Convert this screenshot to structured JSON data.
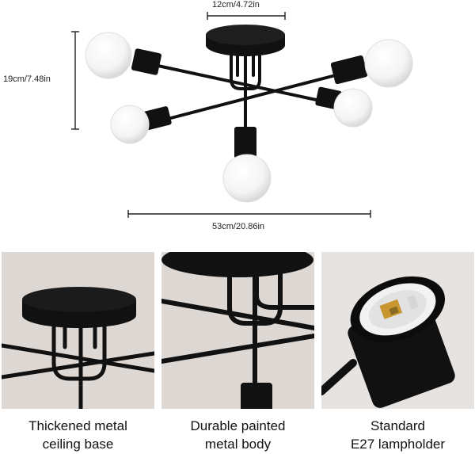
{
  "dimensions": {
    "width_top": "12cm/4.72in",
    "height": "19cm/7.48in",
    "width_bottom": "53cm/20.86in"
  },
  "features": [
    {
      "line1": "Thickened metal",
      "line2": "ceiling base"
    },
    {
      "line1": "Durable painted",
      "line2": "metal body"
    },
    {
      "line1": "Standard",
      "line2": "E27 lampholder"
    }
  ],
  "colors": {
    "metal": "#111111",
    "bulb": "#ffffff",
    "panel_bg": "#ddd8d4",
    "socket_white": "#f2f2f2",
    "brass": "#c8952e"
  }
}
